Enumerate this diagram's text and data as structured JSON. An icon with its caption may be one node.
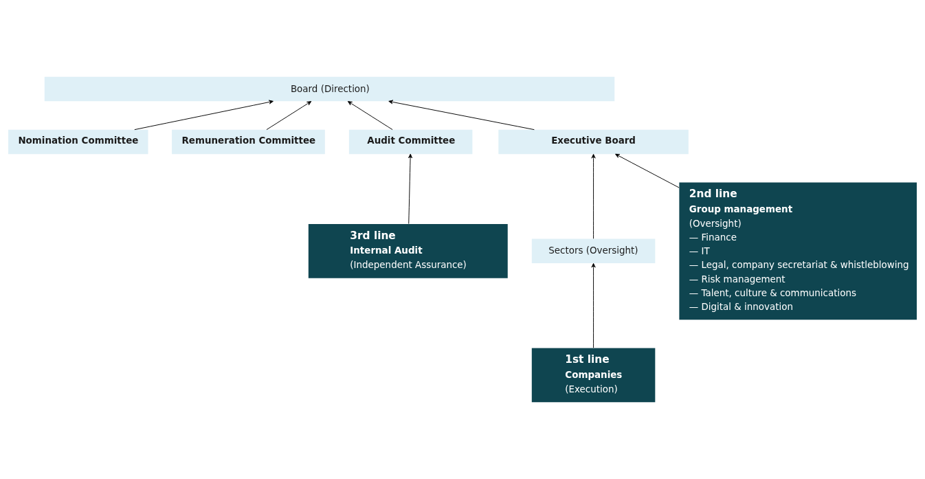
{
  "diagram": {
    "nodes": [
      {
        "text": [
          "Board (Direction)"
        ]
      },
      {
        "text": [
          "Nomination Committee"
        ]
      },
      {
        "text": [
          "Remuneration Committee"
        ]
      },
      {
        "text": [
          "Audit Committee"
        ]
      },
      {
        "text": [
          "Executive Board"
        ]
      },
      {
        "text": [
          "Sectors (Oversight)"
        ]
      },
      {
        "text": [
          "2nd line",
          "Group management",
          "(Oversight)",
          "— Finance",
          "— IT",
          "— Legal, company secretariat & whistleblowing",
          "— Risk management",
          "— Talent, culture & communications",
          "— Digital & innovation"
        ]
      },
      {
        "text": [
          "3rd line",
          "Internal Audit",
          "(Independent Assurance)"
        ]
      },
      {
        "text": [
          "1st line",
          "Companies",
          "(Execution)"
        ]
      }
    ],
    "edges": [
      {
        "from": 4,
        "to": 0,
        "arrow": "to"
      },
      {
        "from": 1,
        "to": 0,
        "arrow": "to"
      },
      {
        "from": 2,
        "to": 0,
        "arrow": "to"
      },
      {
        "from": 3,
        "to": 0,
        "arrow": "to"
      },
      {
        "from": 5,
        "to": 4,
        "arrow": "to"
      },
      {
        "from": 6,
        "to": 4,
        "arrow": "to"
      },
      {
        "from": 7,
        "to": 3,
        "arrow": "to"
      },
      {
        "from": 8,
        "to": 5,
        "arrow": "to"
      }
    ]
  }
}
